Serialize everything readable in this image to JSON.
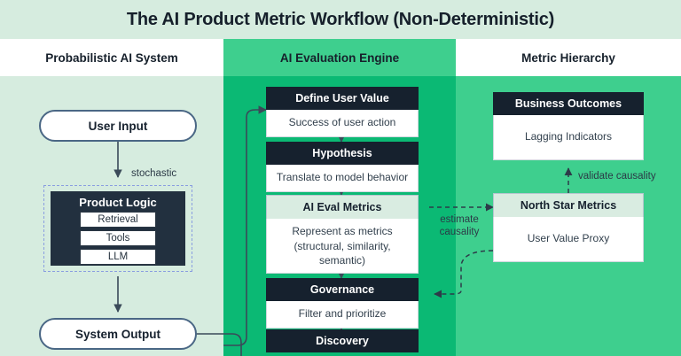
{
  "title": "The AI Product Metric Workflow (Non-Deterministic)",
  "columns": {
    "left": {
      "header": "Probabilistic AI System"
    },
    "center": {
      "header": "AI Evaluation Engine"
    },
    "right": {
      "header": "Metric Hierarchy"
    }
  },
  "left_column": {
    "user_input": "User Input",
    "system_output": "System Output",
    "stochastic_label": "stochastic",
    "product_logic": {
      "title": "Product Logic",
      "components": [
        "Retrieval",
        "Tools",
        "LLM"
      ]
    }
  },
  "center_column": {
    "nodes": [
      {
        "title": "Define User Value",
        "body": "Success of user action",
        "highlight": false
      },
      {
        "title": "Hypothesis",
        "body": "Translate to model behavior",
        "highlight": false
      },
      {
        "title": "AI Eval Metrics",
        "body": "Represent as metrics (structural, similarity, semantic)",
        "highlight": true
      },
      {
        "title": "Governance",
        "body": "Filter and prioritize",
        "highlight": false
      },
      {
        "title": "Discovery",
        "body": "",
        "highlight": false
      }
    ]
  },
  "right_column": {
    "nodes": [
      {
        "title": "Business Outcomes",
        "body": "Lagging Indicators",
        "highlight": false
      },
      {
        "title": "North Star Metrics",
        "body": "User Value Proxy",
        "highlight": true
      }
    ]
  },
  "edge_labels": {
    "estimate_causality": "estimate causality",
    "validate_causality": "validate causality"
  },
  "colors": {
    "title_band": "#d6ecdf",
    "left_body": "#d6ecdf",
    "center_body": "#0bb974",
    "center_tab": "#3ecf8e",
    "right_body": "#3ecf8e",
    "node_header": "#16212e",
    "node_highlight": "#d9ece1",
    "pill_border": "#4a6785",
    "dashed_group_border": "#8a9ee0",
    "dark_card": "#22303f"
  }
}
